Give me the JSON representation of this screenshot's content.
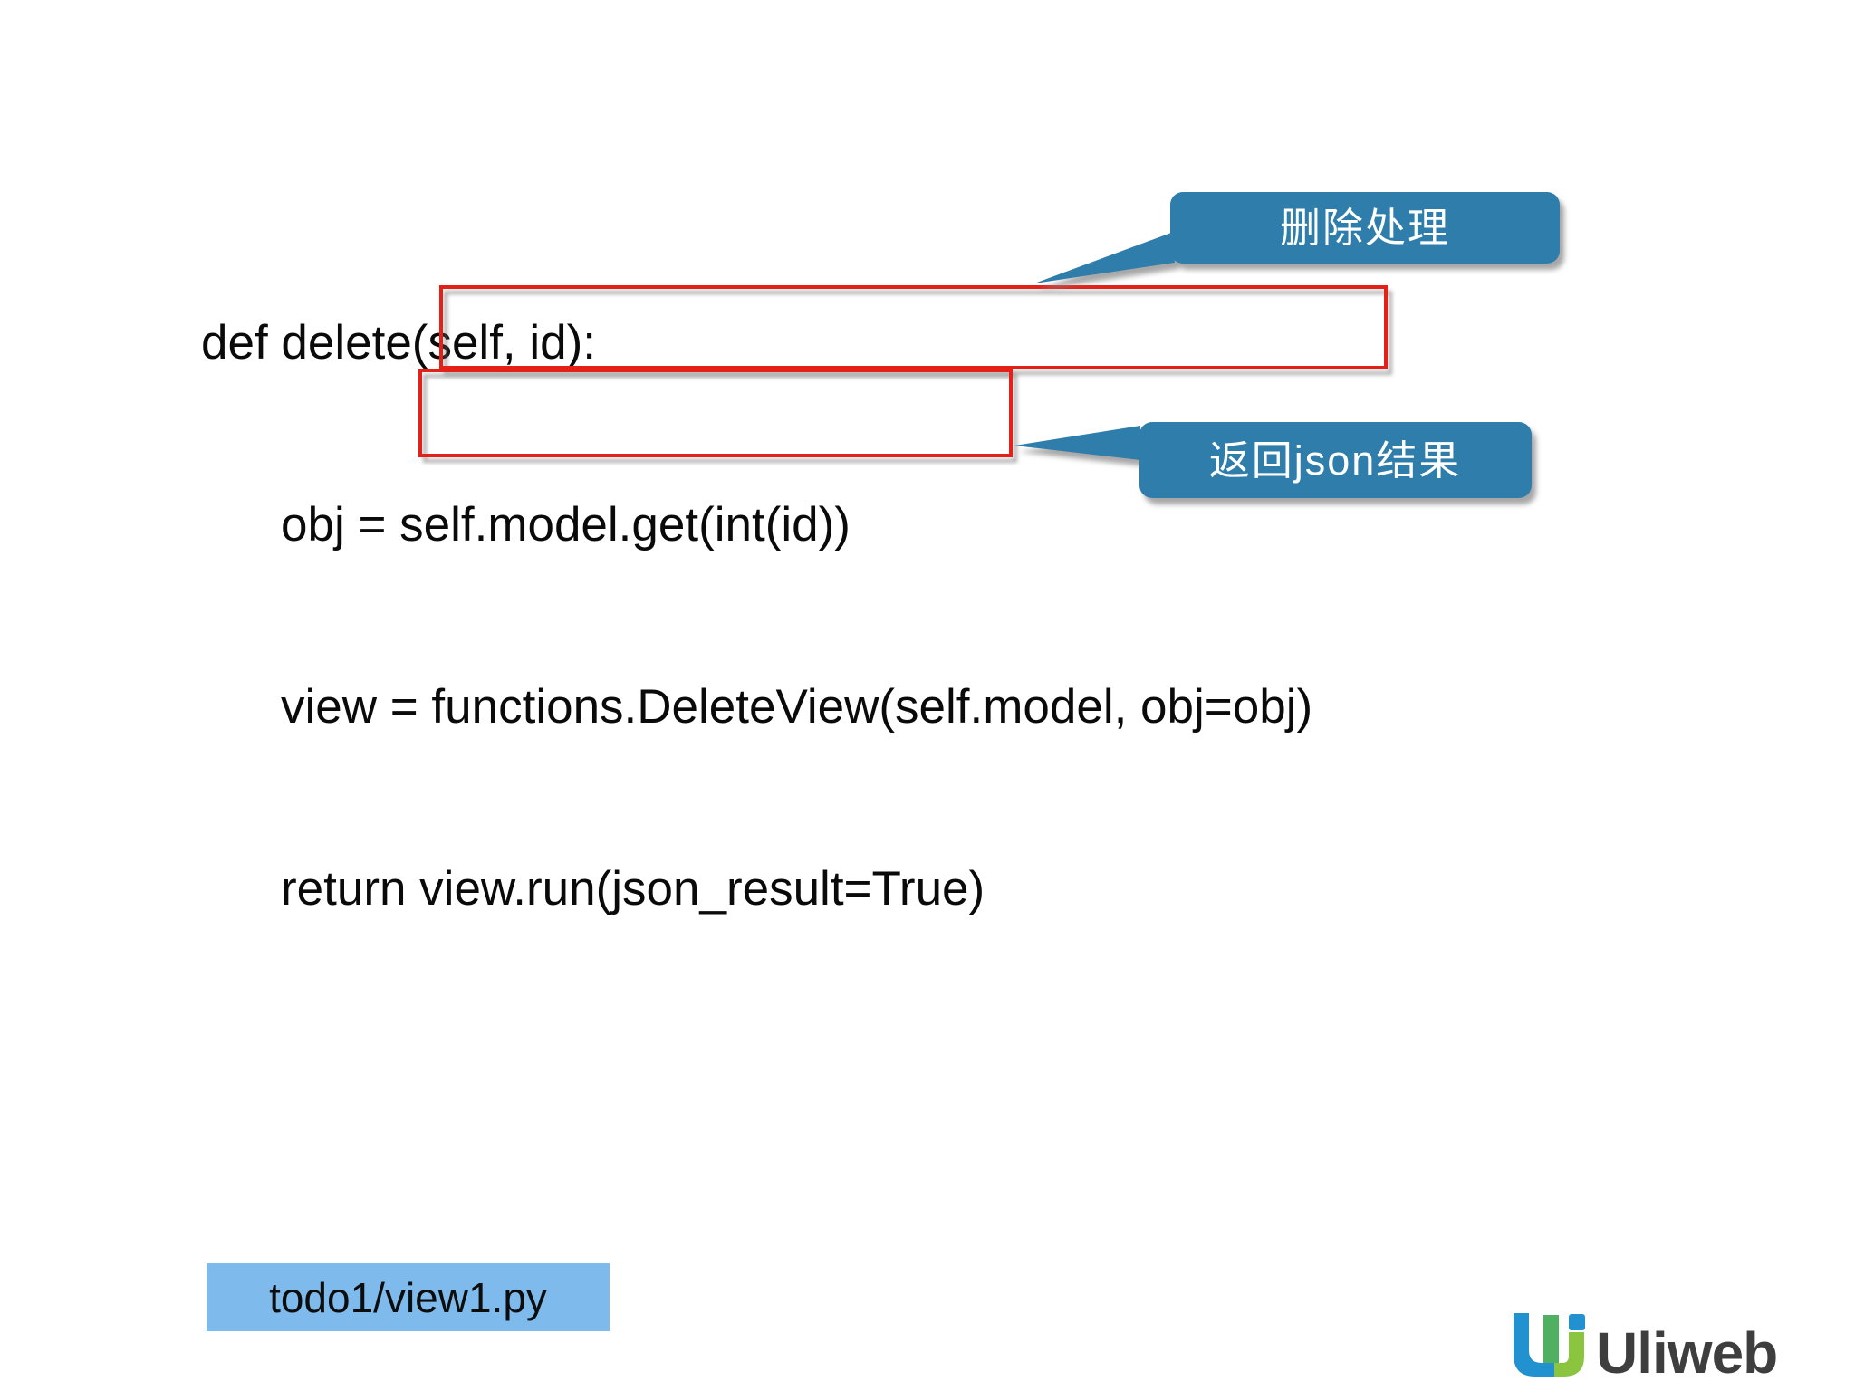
{
  "slide": {
    "code": {
      "lines": [
        "def delete(self, id):",
        "obj = self.model.get(int(id))",
        "view = functions.DeleteView(self.model, obj=obj)",
        "return view.run(json_result=True)"
      ]
    },
    "callouts": {
      "delete_processing": {
        "label": "删除处理"
      },
      "return_json": {
        "label": "返回json结果"
      }
    },
    "file_label": {
      "text": "todo1/view1.py"
    },
    "logo": {
      "text": "Uliweb"
    },
    "colors": {
      "highlight_border": "#e32119",
      "callout_fill": "#2e7dab",
      "callout_text": "#ffffff",
      "file_label_bg": "#7ebbec",
      "code_text": "#0a0a0a",
      "logo_blue": "#2191cf",
      "logo_green_mid": "#50b061",
      "logo_green": "#8bc53f",
      "logo_text": "#3e3e3e"
    }
  }
}
